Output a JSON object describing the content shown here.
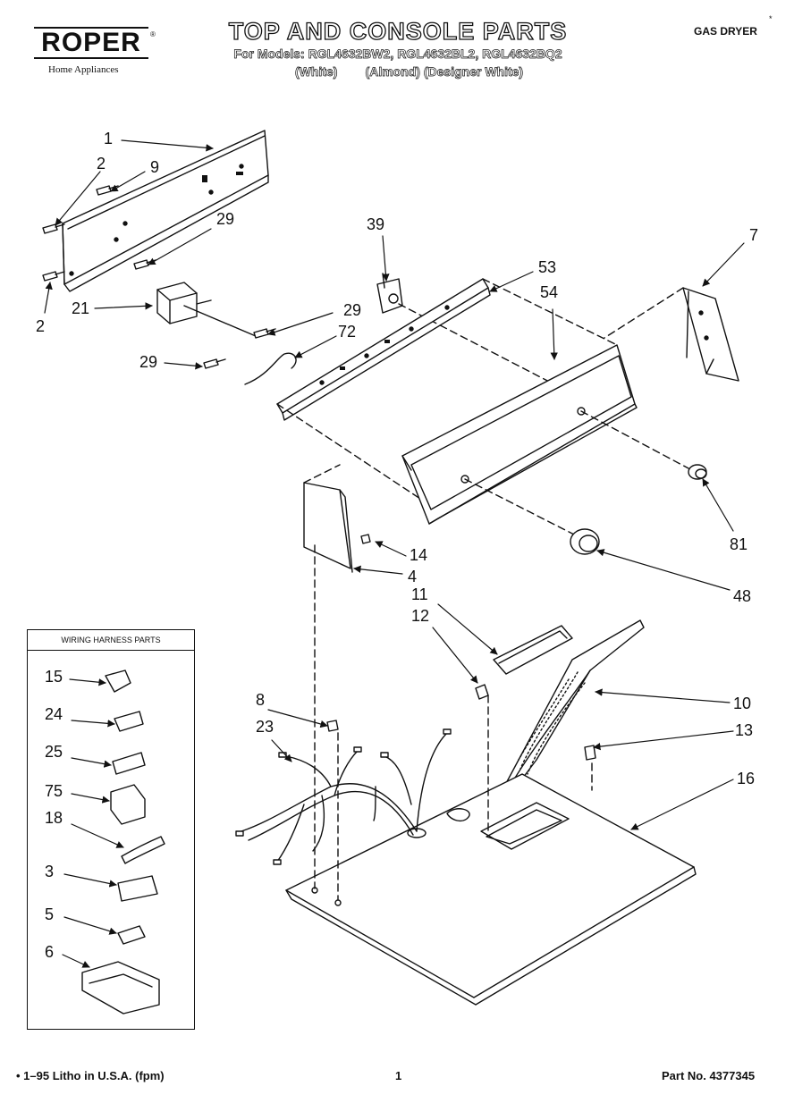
{
  "brand": {
    "name": "ROPER",
    "tm": "®",
    "tagline": "Home Appliances"
  },
  "header": {
    "title": "TOP AND CONSOLE PARTS",
    "models": "For Models: RGL4632BW2, RGL4632BL2, RGL4632BQ2",
    "colors": "(White)        (Almond) (Designer White)",
    "category": "GAS DRYER",
    "category_mark": "*"
  },
  "harness_box": {
    "title": "WIRING HARNESS PARTS"
  },
  "callouts": {
    "c1": "1",
    "c2a": "2",
    "c9": "9",
    "c29a": "29",
    "c2b": "2",
    "c21": "21",
    "c39": "39",
    "c53": "53",
    "c54": "54",
    "c7": "7",
    "c29b": "29",
    "c72": "72",
    "c29c": "29",
    "c14": "14",
    "c4": "4",
    "c81": "81",
    "c48": "48",
    "c11": "11",
    "c12": "12",
    "c8": "8",
    "c23": "23",
    "c10": "10",
    "c13": "13",
    "c16": "16",
    "c15": "15",
    "c24": "24",
    "c25": "25",
    "c75": "75",
    "c18": "18",
    "c3": "3",
    "c5": "5",
    "c6": "6"
  },
  "footer": {
    "litho": "1–95 Litho in U.S.A. (fpm)",
    "page": "1",
    "part_no": "Part No. 4377345"
  }
}
